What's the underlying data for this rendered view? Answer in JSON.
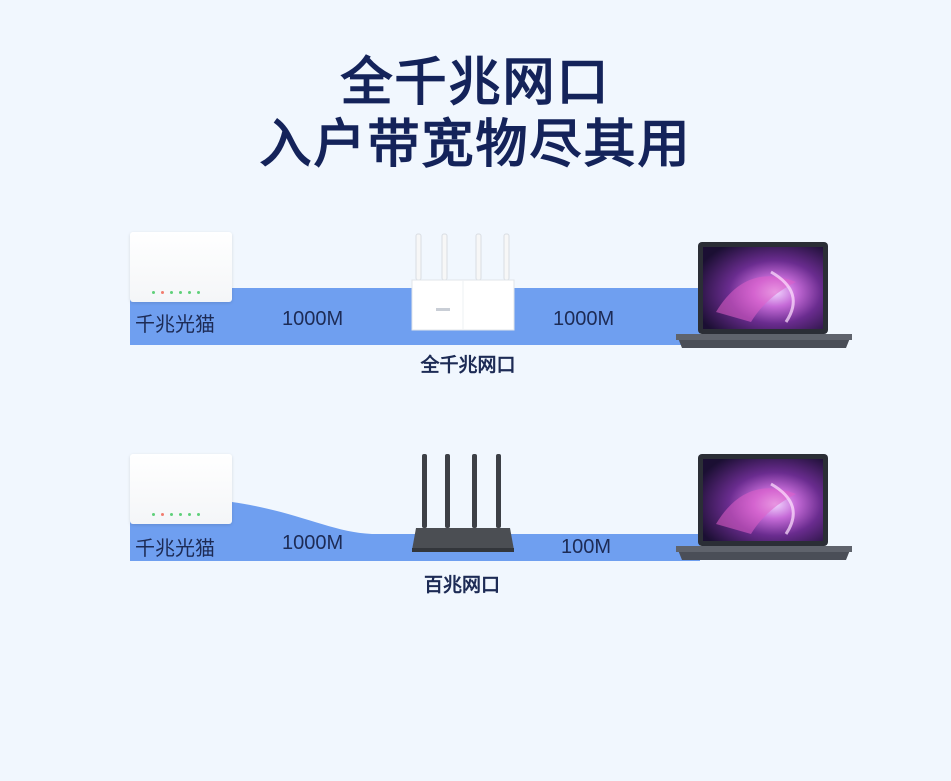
{
  "headline": {
    "line1": "全千兆网口",
    "line2": "入户带宽物尽其用"
  },
  "rows": [
    {
      "modem_label": "千兆光猫",
      "left_speed": "1000M",
      "right_speed": "1000M",
      "router_caption": "全千兆网口",
      "router_color": "white"
    },
    {
      "modem_label": "千兆光猫",
      "left_speed": "1000M",
      "right_speed": "100M",
      "router_caption": "百兆网口",
      "router_color": "dark-gray"
    }
  ],
  "colors": {
    "band": "#6f9ff0",
    "headline": "#14235a",
    "background": "#f1f7fe"
  }
}
